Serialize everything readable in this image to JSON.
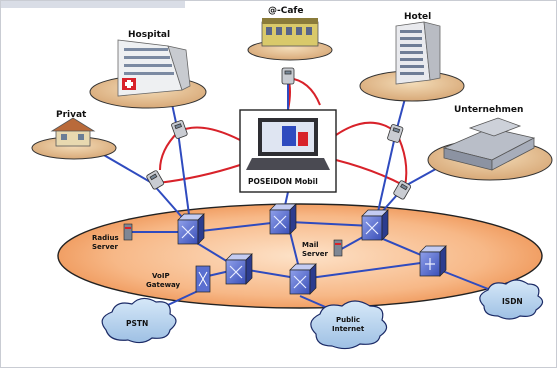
{
  "nodes": {
    "hospital": "Hospital",
    "ecafe": "@-Cafe",
    "hotel": "Hotel",
    "privat": "Privat",
    "unternehmen": "Unternehmen",
    "poseidon": "POSEIDON Mobil",
    "radius_server": [
      "Radius",
      "Server"
    ],
    "mail_server": [
      "Mail",
      "Server"
    ],
    "voip_gateway": [
      "VoIP",
      "Gateway"
    ]
  },
  "clouds": {
    "pstn": "PSTN",
    "public_internet": [
      "Public",
      "Internet"
    ],
    "isdn": "ISDN"
  },
  "colors": {
    "network_ring": "#f4a46a",
    "blue_link": "#2f4bbf",
    "red_link": "#d8222a",
    "switch_face": "#5a6fd0",
    "cloud_fill": "#b8d4ee"
  }
}
